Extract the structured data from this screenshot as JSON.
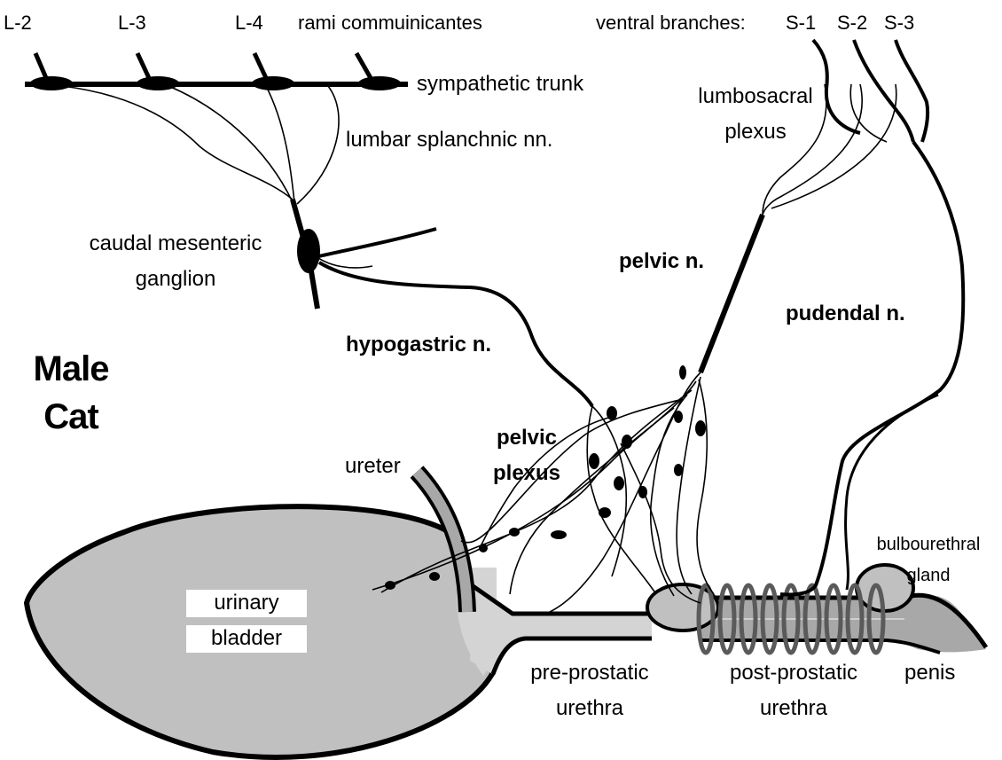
{
  "title": {
    "line1": "Male",
    "line2": "Cat"
  },
  "labels": {
    "l2": "L-2",
    "l3": "L-3",
    "l4": "L-4",
    "rami": "rami commuinicantes",
    "ventral": "ventral branches:",
    "s1": "S-1",
    "s2": "S-2",
    "s3": "S-3",
    "sympathetic_trunk": "sympathetic trunk",
    "lumbosacral_1": "lumbosacral",
    "lumbosacral_2": "plexus",
    "lumbar_splanchnic": "lumbar splanchnic nn.",
    "caudal_1": "caudal mesenteric",
    "caudal_2": "ganglion",
    "pelvic_n": "pelvic n.",
    "pudendal_n": "pudendal n.",
    "hypogastric_n": "hypogastric n.",
    "pelvic_plexus_1": "pelvic",
    "pelvic_plexus_2": "plexus",
    "ureter": "ureter",
    "bulbourethral_1": "bulbourethral",
    "bulbourethral_2": "gland",
    "bladder_1": "urinary",
    "bladder_2": "bladder",
    "pre_prostatic_1": "pre-prostatic",
    "pre_prostatic_2": "urethra",
    "post_prostatic_1": "post-prostatic",
    "post_prostatic_2": "urethra",
    "penis": "penis"
  },
  "colors": {
    "bladder": "#c0c0c0",
    "urethra_light": "#d4d4d4",
    "urethra_dark": "#a8a8a8",
    "coil": "#5a5a5a",
    "nerve": "#000000"
  }
}
